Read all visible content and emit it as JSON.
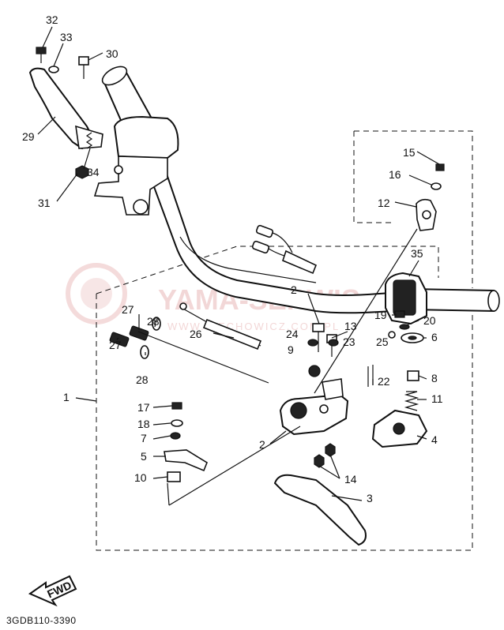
{
  "diagram": {
    "part_code": "3GDB110-3390",
    "fwd_label": "FWD",
    "watermark": {
      "brand": "YAMA-SERWIS",
      "tagline": "WWW.SIECHOWICZ.COM.PL"
    },
    "callouts": [
      {
        "id": "c32",
        "label": "32"
      },
      {
        "id": "c33",
        "label": "33"
      },
      {
        "id": "c30",
        "label": "30"
      },
      {
        "id": "c29",
        "label": "29"
      },
      {
        "id": "c34",
        "label": "34"
      },
      {
        "id": "c31",
        "label": "31"
      },
      {
        "id": "c15",
        "label": "15"
      },
      {
        "id": "c16",
        "label": "16"
      },
      {
        "id": "c12",
        "label": "12"
      },
      {
        "id": "c35",
        "label": "35"
      },
      {
        "id": "c2a",
        "label": "2"
      },
      {
        "id": "c27a",
        "label": "27"
      },
      {
        "id": "c28a",
        "label": "28"
      },
      {
        "id": "c27b",
        "label": "27"
      },
      {
        "id": "c28b",
        "label": "28"
      },
      {
        "id": "c26",
        "label": "26"
      },
      {
        "id": "c13",
        "label": "13"
      },
      {
        "id": "c19",
        "label": "19"
      },
      {
        "id": "c20",
        "label": "20"
      },
      {
        "id": "c24",
        "label": "24"
      },
      {
        "id": "c23",
        "label": "23"
      },
      {
        "id": "c25",
        "label": "25"
      },
      {
        "id": "c6",
        "label": "6"
      },
      {
        "id": "c9",
        "label": "9"
      },
      {
        "id": "c8",
        "label": "8"
      },
      {
        "id": "c22",
        "label": "22"
      },
      {
        "id": "c11",
        "label": "11"
      },
      {
        "id": "c1",
        "label": "1"
      },
      {
        "id": "c17",
        "label": "17"
      },
      {
        "id": "c18",
        "label": "18"
      },
      {
        "id": "c7",
        "label": "7"
      },
      {
        "id": "c2b",
        "label": "2"
      },
      {
        "id": "c5",
        "label": "5"
      },
      {
        "id": "c4",
        "label": "4"
      },
      {
        "id": "c10",
        "label": "10"
      },
      {
        "id": "c14",
        "label": "14"
      },
      {
        "id": "c3",
        "label": "3"
      }
    ]
  }
}
